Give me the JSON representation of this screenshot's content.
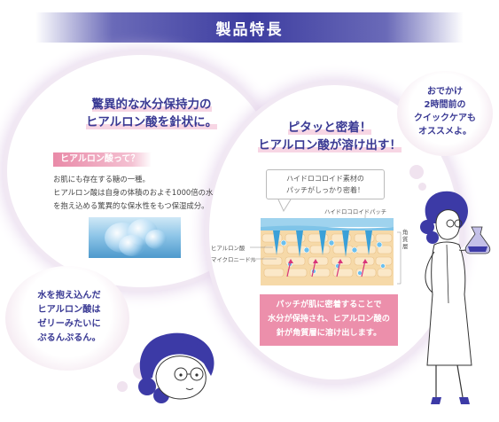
{
  "header": {
    "title": "製品特長"
  },
  "left_panel": {
    "heading_line1": "驚異的な水分保持力の",
    "heading_line2": "ヒアルロン酸を針状に。",
    "tag_label": "ヒアルロン酸って？",
    "description_lines": [
      "お肌にも存在する糖の一種。",
      "ヒアルロン酸は自身の体積のおよそ1000倍の水",
      "を抱え込める驚異的な保水性をもつ保湿成分。"
    ]
  },
  "right_panel": {
    "heading_line1": "ピタッと密着！",
    "heading_line2": "ヒアルロン酸が溶け出す！",
    "callout_line1": "ハイドロコロイド素材の",
    "callout_line2": "パッチがしっかり密着！",
    "diagram_labels": {
      "hydrocolloid_patch": "ハイドロコロイドパッチ",
      "hyaluronic_acid": "ヒアルロン酸",
      "micro_needle": "マイクロニードル",
      "stratum_corneum": "角質層"
    },
    "info_lines": [
      "パッチが肌に密着することで",
      "水分が保持され、ヒアルロン酸の",
      "針が角質層に溶け出します。"
    ]
  },
  "bubble_left": {
    "lines": [
      "水を抱え込んだ",
      "ヒアルロン酸は",
      "ゼリーみたいに",
      "ぷるんぷるん。"
    ]
  },
  "bubble_right": {
    "lines": [
      "おでかけ",
      "2時間前の",
      "クイックケアも",
      "オススメよ。"
    ]
  },
  "colors": {
    "title_bar": "#3d3da0",
    "heading_navy": "#3a3a94",
    "accent_pink": "#ec8fab",
    "bubble_glow": "#e3d2ea",
    "skin": "#f6d9a8",
    "patch_blue": "#7fc4e8"
  }
}
